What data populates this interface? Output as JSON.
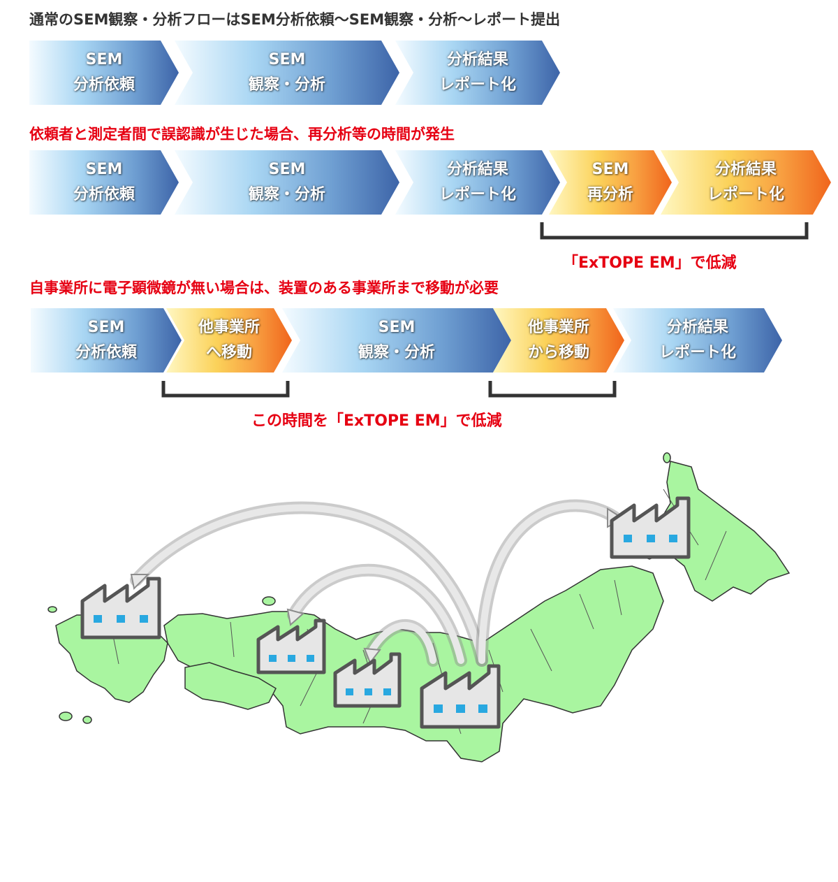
{
  "headings": {
    "normal_flow": "通常のSEM観察・分析フローはSEM分析依頼〜SEM観察・分析〜レポート提出",
    "misunderstanding": "依頼者と測定者間で誤認識が生じた場合、再分析等の時間が発生",
    "no_microscope": "自事業所に電子顕微鏡が無い場合は、装置のある事業所まで移動が必要"
  },
  "flow1": [
    {
      "line1": "SEM",
      "line2": "分析依頼"
    },
    {
      "line1": "SEM",
      "line2": "観察・分析"
    },
    {
      "line1": "分析結果",
      "line2": "レポート化"
    }
  ],
  "flow2": [
    {
      "line1": "SEM",
      "line2": "分析依頼"
    },
    {
      "line1": "SEM",
      "line2": "観察・分析"
    },
    {
      "line1": "分析結果",
      "line2": "レポート化"
    },
    {
      "line1": "SEM",
      "line2": "再分析"
    },
    {
      "line1": "分析結果",
      "line2": "レポート化"
    }
  ],
  "flow3": [
    {
      "line1": "SEM",
      "line2": "分析依頼"
    },
    {
      "line1": "他事業所",
      "line2": "へ移動"
    },
    {
      "line1": "SEM",
      "line2": "観察・分析"
    },
    {
      "line1": "他事業所",
      "line2": "から移動"
    },
    {
      "line1": "分析結果",
      "line2": "レポート化"
    }
  ],
  "captions": {
    "reduce_reanalysis": "「ExTOPE EM」で低減",
    "reduce_travel": "この時間を「ExTOPE EM」で低減"
  },
  "colors": {
    "heading_dark": "#333333",
    "heading_red": "#e60012",
    "map_land": "#a9f5a0",
    "factory_fill": "#e6e6e6",
    "factory_stroke": "#555555",
    "window": "#29a8e0"
  }
}
